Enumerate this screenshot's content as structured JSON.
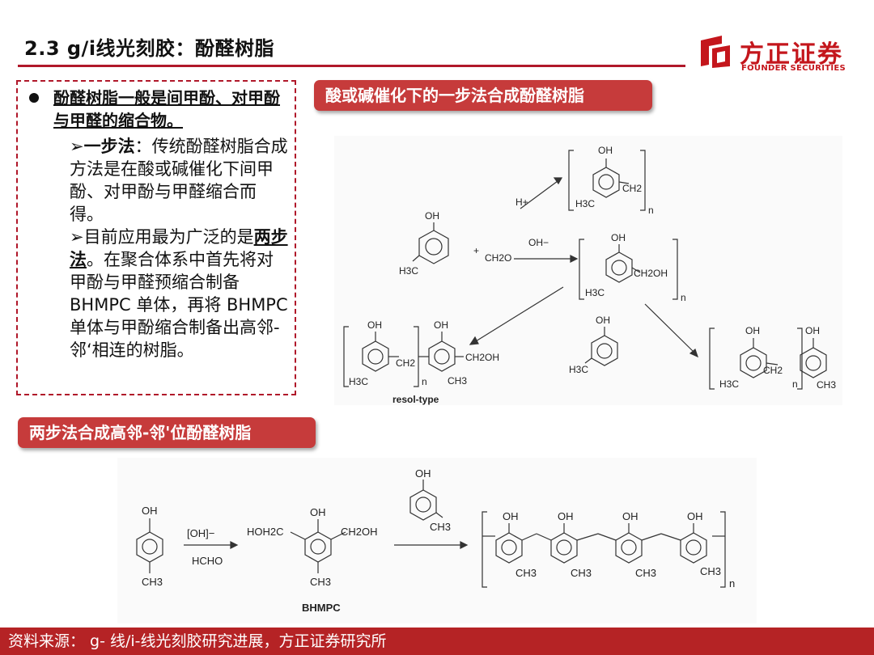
{
  "header": {
    "title": "2.3 g/i线光刻胶：酚醛树脂",
    "brand_cn": "方正证券",
    "brand_en": "FOUNDER SECURITIES",
    "accent": "#b0182a"
  },
  "textbox": {
    "bullet": "酚醛树脂一般是间甲酚、对甲酚与甲醛的缩合物。",
    "sub1_marker": "➢",
    "sub1_term": "一步法",
    "sub1_text": "：传统酚醛树脂合成方法是在酸或碱催化下间甲酚、对甲酚与甲醛缩合而得。",
    "sub2_marker": "➢",
    "sub2_lead": "目前应用最为广泛的是",
    "sub2_term": "两步法",
    "sub2_text": "。在聚合体系中首先将对甲酚与甲醛预缩合制备 BHMPC 单体，再将 BHMPC 单体与甲酚缩合制备出高邻-邻‘相连的树脂。"
  },
  "tags": {
    "one_step": "酸或碱催化下的一步法合成酚醛树脂",
    "two_step": "两步法合成高邻-邻'位酚醛树脂"
  },
  "diagram1": {
    "oh": "OH",
    "h3c": "H3C",
    "ch3": "CH3",
    "ch2o": "CH2O",
    "plus": "+",
    "acid": "H+",
    "base": "OH−",
    "ch2": "CH2",
    "ch2oh": "CH2OH",
    "n": "n",
    "resol": "resol-type"
  },
  "diagram2": {
    "oh": "OH",
    "reagent_base": "[OH]−",
    "reagent_hcho": "HCHO",
    "hoh2c": "HOH2C",
    "ch2oh": "CH2OH",
    "ch3": "CH3",
    "bhmpc": "BHMPC",
    "n": "n"
  },
  "footer": {
    "source": "资料来源： g- 线/i-线光刻胶研究进展，方正证券研究所"
  }
}
